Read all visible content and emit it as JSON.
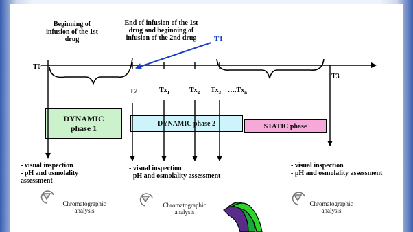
{
  "labels": {
    "begin_1": "Beginning of infusion of the 1st drug",
    "end_1": "End of infusion of the 1st drug and beginning of infusion of the 2nd drug",
    "t1": "T1",
    "t0": "T0",
    "t2": "T2",
    "t3": "T3",
    "tx_base": "Tx",
    "tx1_sub": "1",
    "tx2_sub": "2",
    "tx3_sub": "3",
    "txn_prefix": "….Tx",
    "txn_sub": "n"
  },
  "phases": {
    "dynamic1": "DYNAMIC phase 1",
    "dynamic2": "DYNAMIC phase 2",
    "static": "STATIC phase"
  },
  "notes": {
    "left": [
      "- visual inspection",
      "- pH and osmolality",
      "assessment"
    ],
    "middle": [
      "- visual inspection",
      "- pH and osmolality assessment"
    ],
    "right": [
      "- visual inspection",
      "- pH and osmolality assessment"
    ]
  },
  "chromatographic": "Chromatographic analysis",
  "colors": {
    "dynamic1_fill": "#ccf2cc",
    "dynamic2_fill": "#ccf4fa",
    "static_fill": "#f6a8d8",
    "t1_arrow": "#1a3fc8"
  }
}
